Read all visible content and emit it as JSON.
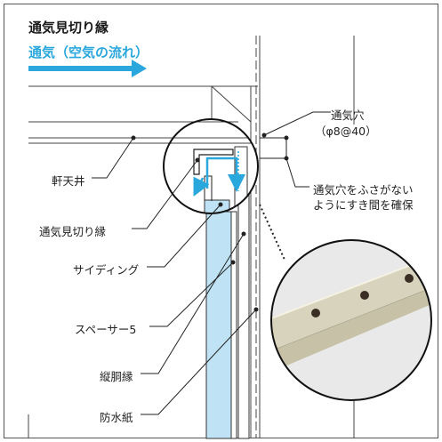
{
  "title": "通気見切り縁",
  "flow": {
    "label": "通気（空気の流れ）",
    "color": "#2aa7dc"
  },
  "labels": {
    "vent_hole": "通気穴",
    "vent_hole_spec": "（φ8@40）",
    "keep_gap_line1": "通気穴をふさがない",
    "keep_gap_line2": "ようにすき間を確保",
    "soffit": "軒天井",
    "vent_trim": "通気見切り縁",
    "siding": "サイディング",
    "spacer": "スペーサー5",
    "furring": "縦胴縁",
    "waterproof_paper": "防水紙"
  },
  "colors": {
    "siding": "#bfe3f4",
    "photo_metal": "#d8d3bd",
    "photo_bg": "#e9e9e9"
  }
}
